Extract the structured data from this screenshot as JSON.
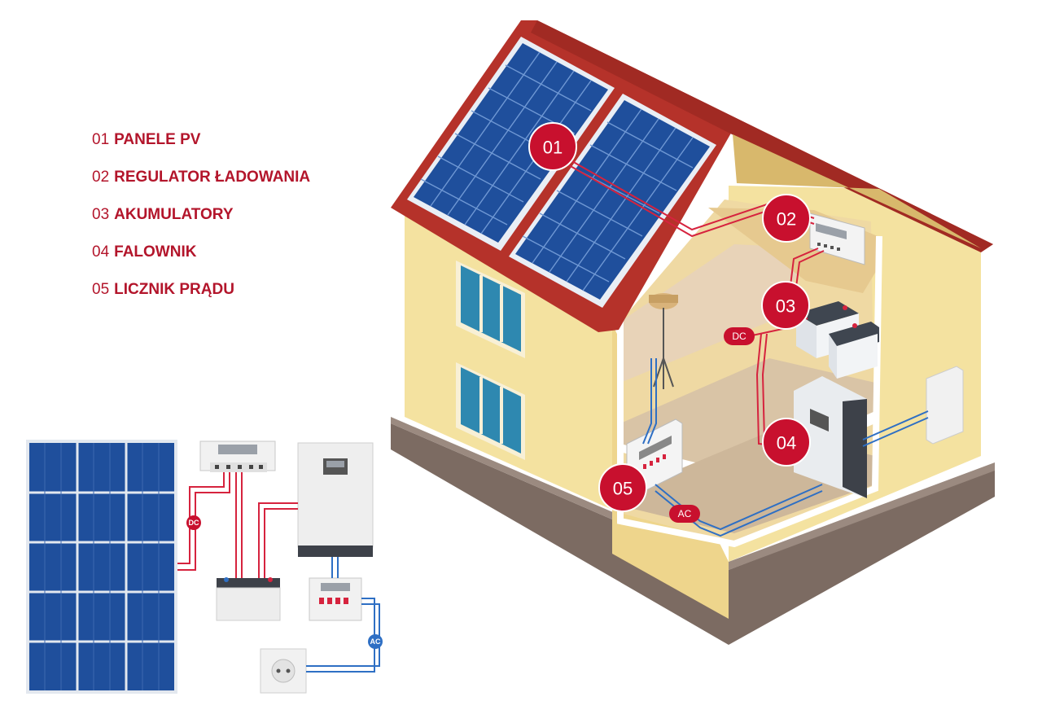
{
  "legend": [
    {
      "num": "01",
      "label": "PANELE PV"
    },
    {
      "num": "02",
      "label": "REGULATOR ŁADOWANIA"
    },
    {
      "num": "03",
      "label": "AKUMULATORY"
    },
    {
      "num": "04",
      "label": "FALOWNIK"
    },
    {
      "num": "05",
      "label": "LICZNIK PRĄDU"
    }
  ],
  "badges": {
    "b01": "01",
    "b02": "02",
    "b03": "03",
    "b04": "04",
    "b05": "05"
  },
  "tags": {
    "house_dc": "DC",
    "house_ac": "AC",
    "schematic_dc": "DC",
    "schematic_ac": "AC"
  },
  "colors": {
    "accent_red": "#c8102e",
    "legend_text": "#b3152b",
    "dc_wire": "#d6233e",
    "ac_wire": "#2e6fc4",
    "panel_blue": "#1f4f9c",
    "roof_red": "#b5322a",
    "wall_yellow": "#f4e2a0"
  }
}
